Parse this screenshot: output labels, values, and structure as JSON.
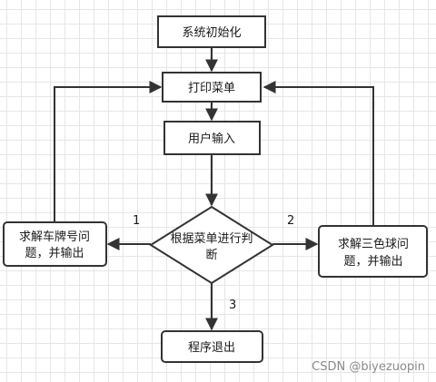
{
  "nodes": {
    "init": "系统初始化",
    "menu": "打印菜单",
    "input": "用户输入",
    "decision_line1": "根据菜单进行判",
    "decision_line2": "断",
    "left_line1": "求解车牌号问",
    "left_line2": "题，并输出",
    "right_line1": "求解三色球问",
    "right_line2": "题，并输出",
    "exit": "程序退出"
  },
  "edge_labels": {
    "to_left": "1",
    "to_right": "2",
    "to_exit": "3"
  },
  "watermark": "CSDN @biyezuopin",
  "colors": {
    "stroke": "#333333",
    "fill": "#ffffff",
    "grid": "#e6e6e6"
  }
}
